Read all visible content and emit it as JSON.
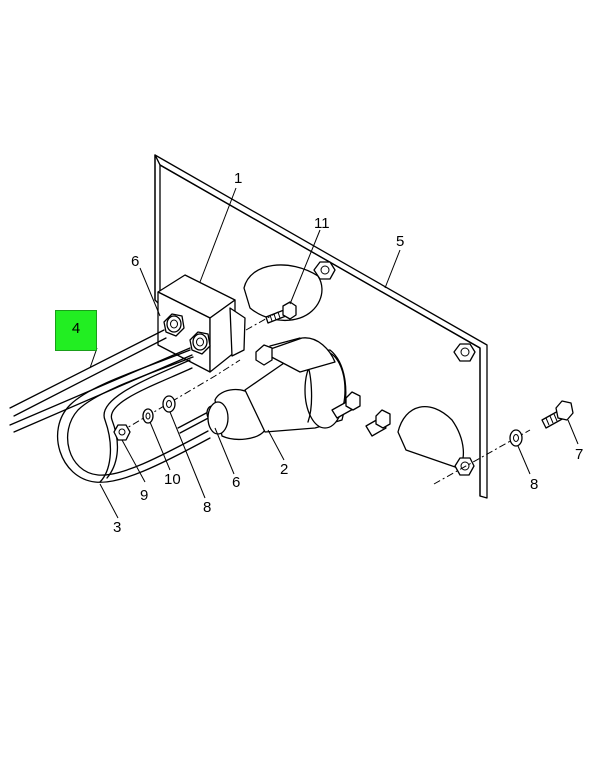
{
  "diagram": {
    "highlight_color": "#22ee22",
    "highlighted_callout": "4",
    "callouts": {
      "c1": "1",
      "c2": "2",
      "c3": "3",
      "c4": "4",
      "c5": "5",
      "c6a": "6",
      "c6b": "6",
      "c7": "7",
      "c8a": "8",
      "c8b": "8",
      "c9": "9",
      "c10": "10",
      "c11": "11"
    }
  }
}
